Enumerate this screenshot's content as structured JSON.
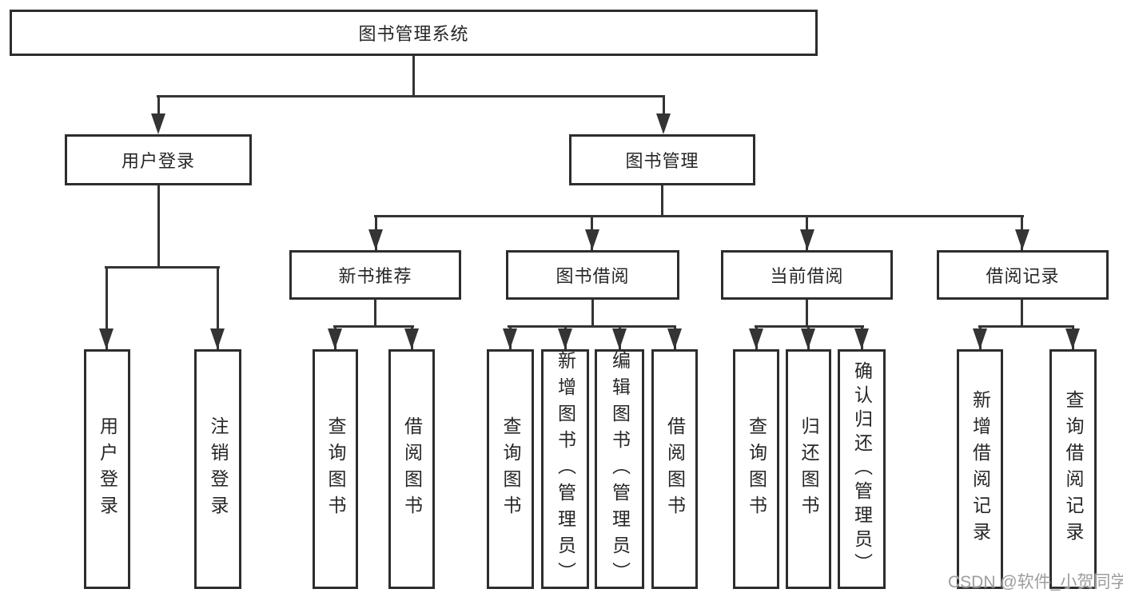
{
  "diagram_title": "图书管理系统",
  "nodes": {
    "root": "图书管理系统",
    "user_login": "用户登录",
    "book_management": "图书管理",
    "login": "用户登录",
    "logout": "注销登录",
    "new_book_recommend": "新书推荐",
    "book_borrow": "图书借阅",
    "current_borrow": "当前借阅",
    "borrow_record": "借阅记录",
    "nbr_query_book": "查询图书",
    "nbr_borrow_book": "借阅图书",
    "bb_query_book": "查询图书",
    "bb_add_book": "新增图书（管理员）",
    "bb_edit_book": "编辑图书（管理员）",
    "bb_borrow_book": "借阅图书",
    "cb_query_book": "查询图书",
    "cb_return_book": "归还图书",
    "cb_confirm_return": "确认归还（管理员）",
    "br_add_record": "新增借阅记录",
    "br_query_record": "查询借阅记录"
  },
  "watermark": {
    "text": "CSDN @软件_小贺同学"
  },
  "colors": {
    "line": "#343434",
    "border": "#2d2d2d",
    "text": "#262626",
    "watermark": "#9d9d9d"
  }
}
